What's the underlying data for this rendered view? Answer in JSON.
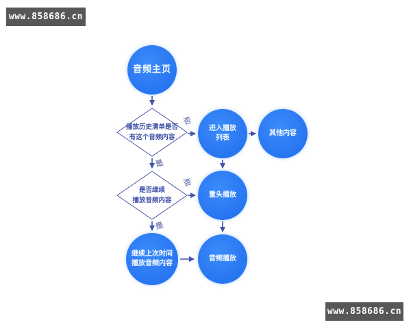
{
  "watermark": {
    "text": "www.858686.cn"
  },
  "colors": {
    "circle_fill": "#2b7af3",
    "diamond_border": "#4d58a6",
    "diamond_text": "#3f51a8",
    "arrow": "#4453a8",
    "edge_label": "#7b86bd",
    "watermark_bg": "#57575a",
    "background": "#ffffff"
  },
  "chart_data": {
    "type": "flowchart",
    "title": "",
    "nodes": [
      {
        "id": "audio_home",
        "shape": "circle",
        "label": "音频主页"
      },
      {
        "id": "history_check",
        "shape": "diamond",
        "label": "播放历史清单是否有这个音频内容"
      },
      {
        "id": "enter_playlist",
        "shape": "circle",
        "label": "进入播放列表"
      },
      {
        "id": "other_content",
        "shape": "circle",
        "label": "其他内容"
      },
      {
        "id": "continue_check",
        "shape": "diamond",
        "label": "是否继续播放音频内容"
      },
      {
        "id": "replay",
        "shape": "circle",
        "label": "重头播放"
      },
      {
        "id": "continue_last",
        "shape": "circle",
        "label": "继续上次时间播放音频内容"
      },
      {
        "id": "audio_play",
        "shape": "circle",
        "label": "音频播放"
      }
    ],
    "edges": [
      {
        "from": "audio_home",
        "to": "history_check",
        "label": ""
      },
      {
        "from": "history_check",
        "to": "enter_playlist",
        "label": "否"
      },
      {
        "from": "history_check",
        "to": "continue_check",
        "label": "是"
      },
      {
        "from": "enter_playlist",
        "to": "other_content",
        "label": ""
      },
      {
        "from": "enter_playlist",
        "to": "replay",
        "label": ""
      },
      {
        "from": "continue_check",
        "to": "replay",
        "label": "否"
      },
      {
        "from": "continue_check",
        "to": "continue_last",
        "label": "是"
      },
      {
        "from": "replay",
        "to": "audio_play",
        "label": ""
      },
      {
        "from": "continue_last",
        "to": "audio_play",
        "label": ""
      }
    ]
  },
  "flowchart": {
    "nodes": {
      "audio_home": "音频主页",
      "history_check": "播放历史清单是否\n有这个音频内容",
      "enter_playlist": "进入播放\n列表",
      "other_content": "其他内容",
      "continue_check": "是否继续\n播放音频内容",
      "replay": "重头播放",
      "continue_last": "继续上次时间\n播放音频内容",
      "audio_play": "音频播放"
    },
    "labels": {
      "no": "否",
      "yes": "是"
    }
  }
}
